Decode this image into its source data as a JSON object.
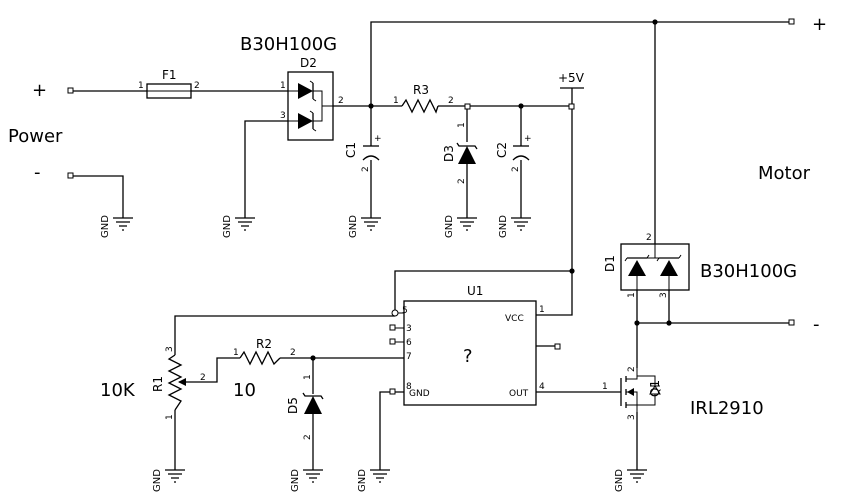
{
  "labels": {
    "power": "Power",
    "plus": "+",
    "minus": "-",
    "motor": "Motor",
    "motor_plus": "+",
    "motor_minus": "-",
    "gnd": "GND",
    "vcc5": "+5V"
  },
  "components": {
    "f1": {
      "ref": "F1",
      "pin1": "1",
      "pin2": "2"
    },
    "d2": {
      "ref": "D2",
      "part": "B30H100G",
      "pin1": "1",
      "pin2": "2",
      "pin3": "3"
    },
    "r3": {
      "ref": "R3",
      "pin1": "1",
      "pin2": "2"
    },
    "c1": {
      "ref": "C1",
      "plus": "+",
      "pin2": "2"
    },
    "d3": {
      "ref": "D3",
      "pin1": "1",
      "pin2": "2"
    },
    "c2": {
      "ref": "C2",
      "plus": "+",
      "pin2": "2"
    },
    "d1": {
      "ref": "D1",
      "part": "B30H100G",
      "pin1": "1",
      "pin2": "2",
      "pin3": "3"
    },
    "u1": {
      "ref": "U1",
      "center": "?",
      "vcc": "VCC",
      "gnd": "GND",
      "out": "OUT",
      "p1": "1",
      "p3": "3",
      "p4": "4",
      "p5": "5",
      "p6": "6",
      "p7": "7",
      "p8": "8"
    },
    "r1": {
      "ref": "R1",
      "value": "10K",
      "pin1": "1",
      "pin2": "2",
      "pin3": "3"
    },
    "r2": {
      "ref": "R2",
      "value": "10",
      "pin1": "1",
      "pin2": "2"
    },
    "d5": {
      "ref": "D5",
      "pin1": "1",
      "pin2": "2"
    },
    "q1": {
      "ref": "Q1",
      "part": "IRL2910",
      "pin1": "1",
      "pin2": "2",
      "pin3": "3"
    }
  }
}
